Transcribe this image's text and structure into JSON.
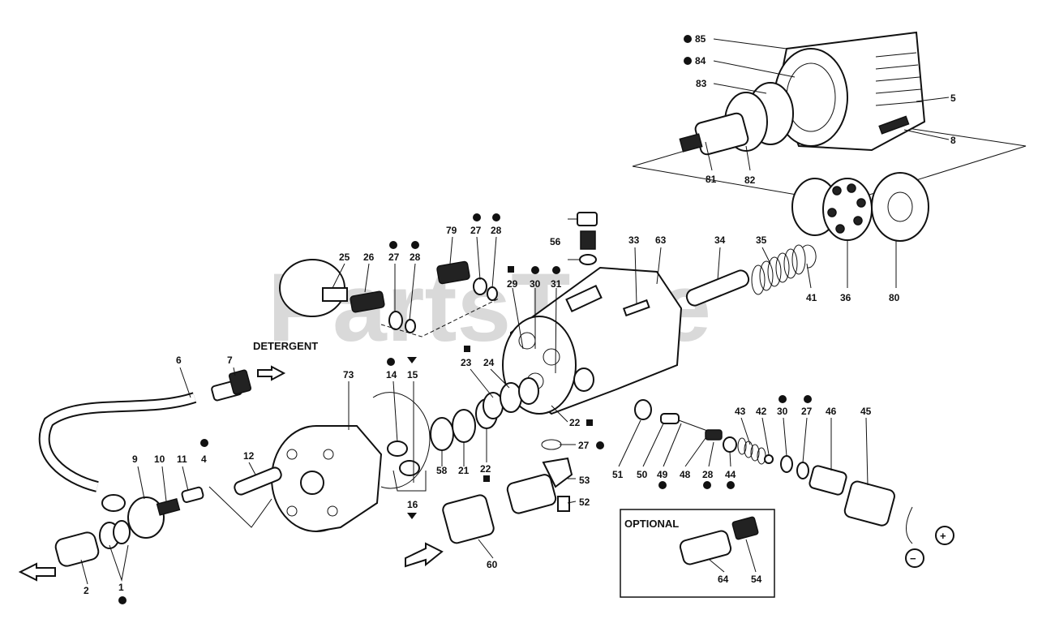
{
  "watermark": "PartsTree",
  "labels": {
    "detergent": "DETERGENT",
    "optional": "OPTIONAL",
    "plus": "+",
    "minus": "−"
  },
  "callouts": [
    "85",
    "84",
    "83",
    "5",
    "8",
    "81",
    "82",
    "80",
    "36",
    "41",
    "35",
    "34",
    "33",
    "63",
    "56",
    "79",
    "27",
    "28",
    "25",
    "26",
    "27",
    "28",
    "29",
    "30",
    "31",
    "23",
    "24",
    "22",
    "22",
    "27",
    "7",
    "6",
    "14",
    "15",
    "16",
    "73",
    "58",
    "21",
    "22",
    "51",
    "50",
    "49",
    "48",
    "28",
    "44",
    "43",
    "42",
    "30",
    "27",
    "46",
    "45",
    "53",
    "52",
    "60",
    "12",
    "9",
    "10",
    "11",
    "4",
    "2",
    "1",
    "64",
    "54"
  ],
  "markers": {
    "dot": "●",
    "square": "■",
    "triangle": "▼"
  }
}
